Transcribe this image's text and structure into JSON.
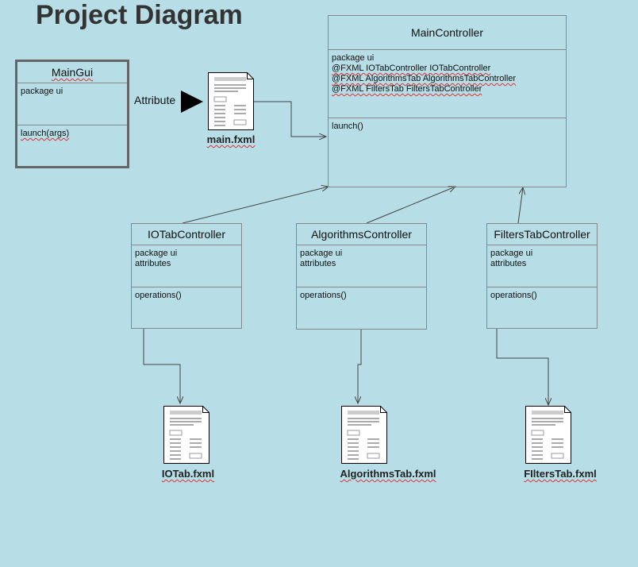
{
  "title": "Project Diagram",
  "main_gui": {
    "name": "MainGui",
    "attributes": [
      "package ui"
    ],
    "operations": [
      "launch(args)"
    ]
  },
  "attribute_arrow_label": "Attribute",
  "main_controller": {
    "name": "MainController",
    "attributes": [
      "package ui",
      "@FXML IOTabController IOTabController",
      "@FXML AlgorithmsTab AlgorithmsTabController",
      "@FXML FiltersTab FiltersTabController"
    ],
    "operations": [
      "launch()"
    ]
  },
  "io_tab_controller": {
    "name": "IOTabController",
    "attributes": [
      "package ui",
      "attributes"
    ],
    "operations": [
      "operations()"
    ]
  },
  "algorithms_controller": {
    "name": "AlgorithmsController",
    "attributes": [
      "package ui",
      "attributes"
    ],
    "operations": [
      "operations()"
    ]
  },
  "filters_tab_controller": {
    "name": "FiltersTabController",
    "attributes": [
      "package ui",
      "attributes"
    ],
    "operations": [
      "operations()"
    ]
  },
  "files": {
    "main": "main.fxml",
    "io_tab": "IOTab.fxml",
    "algorithms_tab": "AlgorithmsTab.fxml",
    "filters_tab": "FIltersTab.fxml"
  },
  "colors": {
    "background": "#b7dde6",
    "box_border": "#888888",
    "spellcheck_underline": "#dd3333"
  }
}
